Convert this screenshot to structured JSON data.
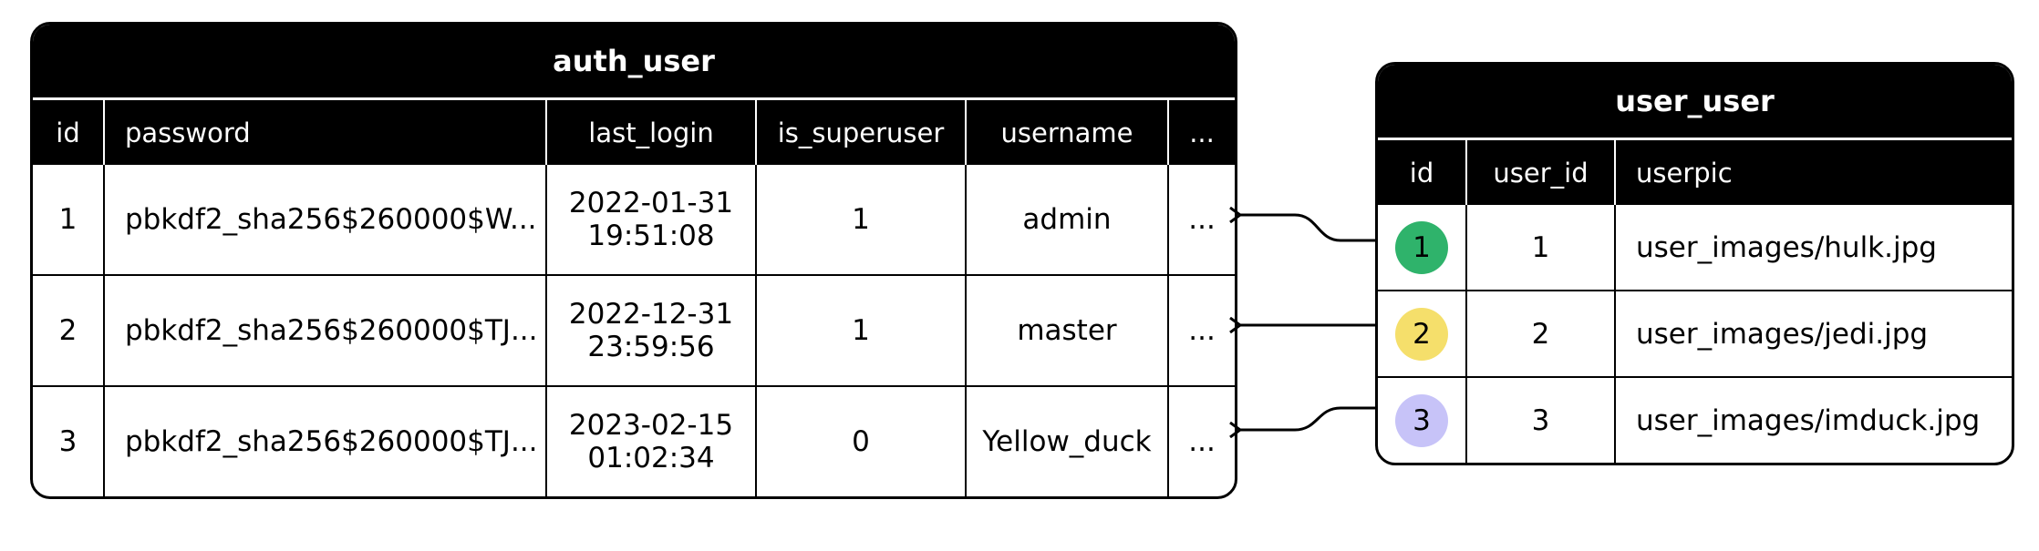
{
  "auth_user": {
    "title": "auth_user",
    "columns": [
      "id",
      "password",
      "last_login",
      "is_superuser",
      "username",
      "..."
    ],
    "rows": [
      {
        "id": "1",
        "password": "pbkdf2_sha256$260000$W...",
        "last_login_date": "2022-01-31",
        "last_login_time": "19:51:08",
        "is_superuser": "1",
        "username": "admin",
        "more": "..."
      },
      {
        "id": "2",
        "password": "pbkdf2_sha256$260000$TJ...",
        "last_login_date": "2022-12-31",
        "last_login_time": "23:59:56",
        "is_superuser": "1",
        "username": "master",
        "more": "..."
      },
      {
        "id": "3",
        "password": "pbkdf2_sha256$260000$TJ...",
        "last_login_date": "2023-02-15",
        "last_login_time": "01:02:34",
        "is_superuser": "0",
        "username": "Yellow_duck",
        "more": "..."
      }
    ]
  },
  "user_user": {
    "title": "user_user",
    "columns": [
      "id",
      "user_id",
      "userpic"
    ],
    "rows": [
      {
        "id": "1",
        "user_id": "1",
        "userpic": "user_images/hulk.jpg",
        "badge_color": "#2fb36b"
      },
      {
        "id": "2",
        "user_id": "2",
        "userpic": "user_images/jedi.jpg",
        "badge_color": "#f5df6b"
      },
      {
        "id": "3",
        "user_id": "3",
        "userpic": "user_images/imduck.jpg",
        "badge_color": "#c7c3f8"
      }
    ]
  }
}
